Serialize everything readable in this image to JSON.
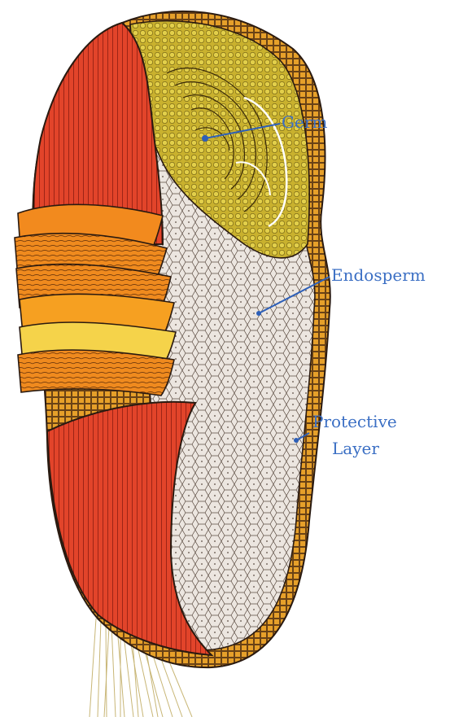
{
  "labels": {
    "germ": "Germ",
    "endosperm": "Endosperm",
    "protective_line1": "Protective",
    "protective_line2": "Layer"
  },
  "colors": {
    "label": "#3b6fc4",
    "leader": "#2d5fb8",
    "bran_red": "#e2442a",
    "bran_dark": "#a0261a",
    "husk_orange": "#ef8a1e",
    "husk_yellow": "#f7c43a",
    "seed_coat": "#d98a1a",
    "endosperm_fill": "#ece6e0",
    "germ_fill": "#c7b02c",
    "outline": "#2a1a10"
  },
  "icons": [
    "wheat-kernel-cross-section"
  ]
}
